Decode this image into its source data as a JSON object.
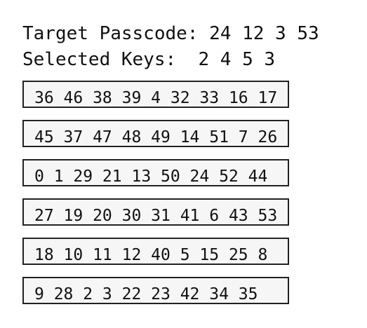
{
  "header": {
    "target_label": "Target Passcode:",
    "target_value": "24 12 3 53",
    "selected_label": "Selected Keys:",
    "selected_value": "2 4 5 3"
  },
  "key_rows": [
    "36 46 38 39 4 32 33 16 17",
    "45 37 47 48 49 14 51 7 26",
    "0 1 29 21 13 50 24 52 44",
    "27 19 20 30 31 41 6 43 53",
    "18 10 11 12 40 5 15 25 8",
    "9 28 2 3 22 23 42 34 35"
  ]
}
